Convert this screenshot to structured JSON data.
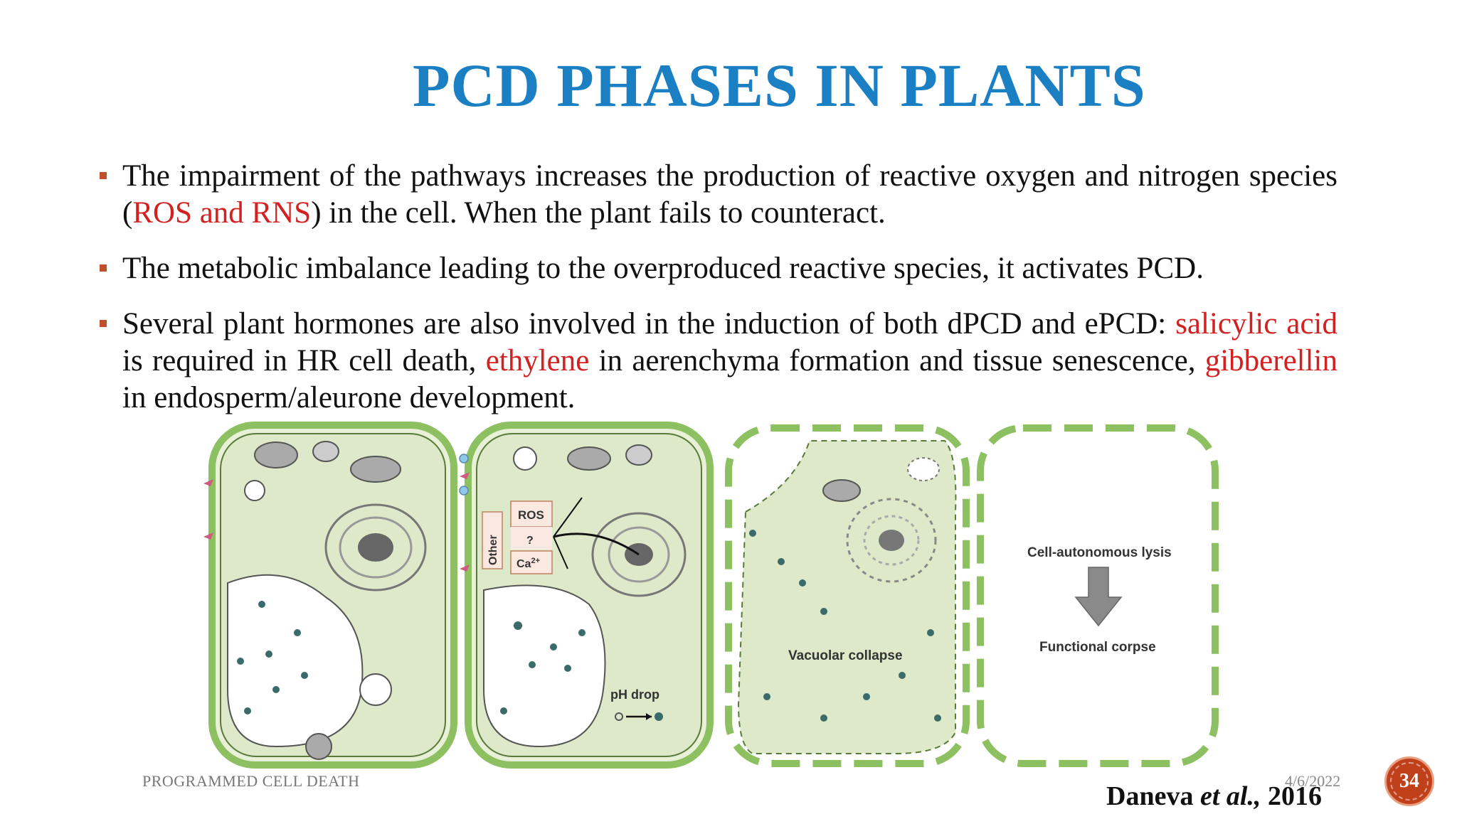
{
  "slide": {
    "title": "PCD PHASES IN PLANTS",
    "bullets": [
      {
        "parts": [
          {
            "text": "The impairment of the pathways increases the production of reactive oxygen and nitrogen species (",
            "red": false
          },
          {
            "text": "ROS and RNS",
            "red": true
          },
          {
            "text": ") in the cell. When the plant fails to counteract.",
            "red": false
          }
        ]
      },
      {
        "parts": [
          {
            "text": " The metabolic imbalance leading to the overproduced reactive species, it activates PCD.",
            "red": false
          }
        ]
      },
      {
        "parts": [
          {
            "text": "Several plant hormones are also involved in the induction of both dPCD and ePCD: ",
            "red": false
          },
          {
            "text": "salicylic acid",
            "red": true
          },
          {
            "text": " is required in HR cell death, ",
            "red": false
          },
          {
            "text": "ethylene",
            "red": true
          },
          {
            "text": " in aerenchyma formation and tissue senescence, ",
            "red": false
          },
          {
            "text": "gibberellin",
            "red": true
          },
          {
            "text": " in endosperm/aleurone development.",
            "red": false
          }
        ]
      }
    ],
    "figure": {
      "labels": {
        "other": "Other",
        "ros": "ROS",
        "question": "?",
        "ca": "Ca",
        "ca_sup": "2+",
        "ph_drop": "pH drop",
        "vacuolar_collapse": "Vacuolar collapse",
        "lysis": "Cell-autonomous lysis",
        "corpse": "Functional corpse"
      }
    },
    "footer": {
      "left": "PROGRAMMED CELL DEATH",
      "date": "4/6/2022",
      "citation_name": "Daneva ",
      "citation_etal": "et al.,",
      "citation_year": " 2016",
      "page_number": "34"
    },
    "colors": {
      "title": "#1b7fc4",
      "highlight": "#d32020",
      "bullet_mark": "#c0502a",
      "cell_wall": "#8cc060",
      "cytoplasm": "#dde9c8",
      "page_badge": "#c0401c"
    }
  }
}
